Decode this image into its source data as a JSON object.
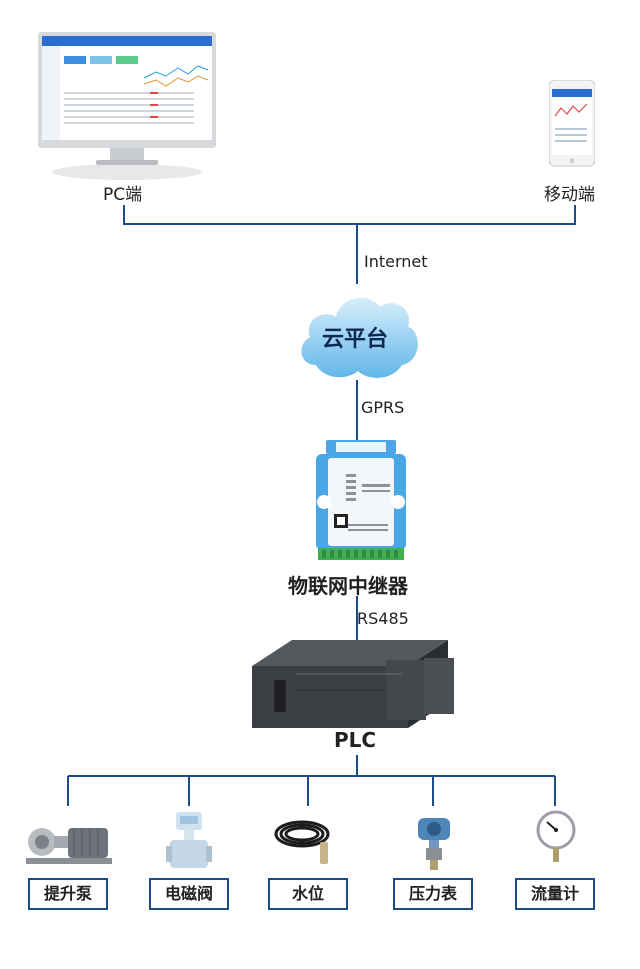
{
  "top": {
    "pc_label": "PC端",
    "mobile_label": "移动端"
  },
  "links": {
    "internet": "Internet",
    "gprs": "GPRS",
    "rs485": "RS485"
  },
  "cloud": {
    "label": "云平台"
  },
  "relay": {
    "label": "物联网中继器"
  },
  "plc": {
    "label": "PLC"
  },
  "devices": [
    {
      "label": "提升泵",
      "icon": "pump-icon"
    },
    {
      "label": "电磁阀",
      "icon": "flowmeter-icon"
    },
    {
      "label": "水位",
      "icon": "level-sensor-icon"
    },
    {
      "label": "压力表",
      "icon": "pressure-transmitter-icon"
    },
    {
      "label": "流量计",
      "icon": "gauge-icon"
    }
  ],
  "colors": {
    "line": "#1a4a8a",
    "cloud": "#8fd0f0",
    "relay_body": "#49a7e6",
    "plc_body": "#3b3f44"
  }
}
